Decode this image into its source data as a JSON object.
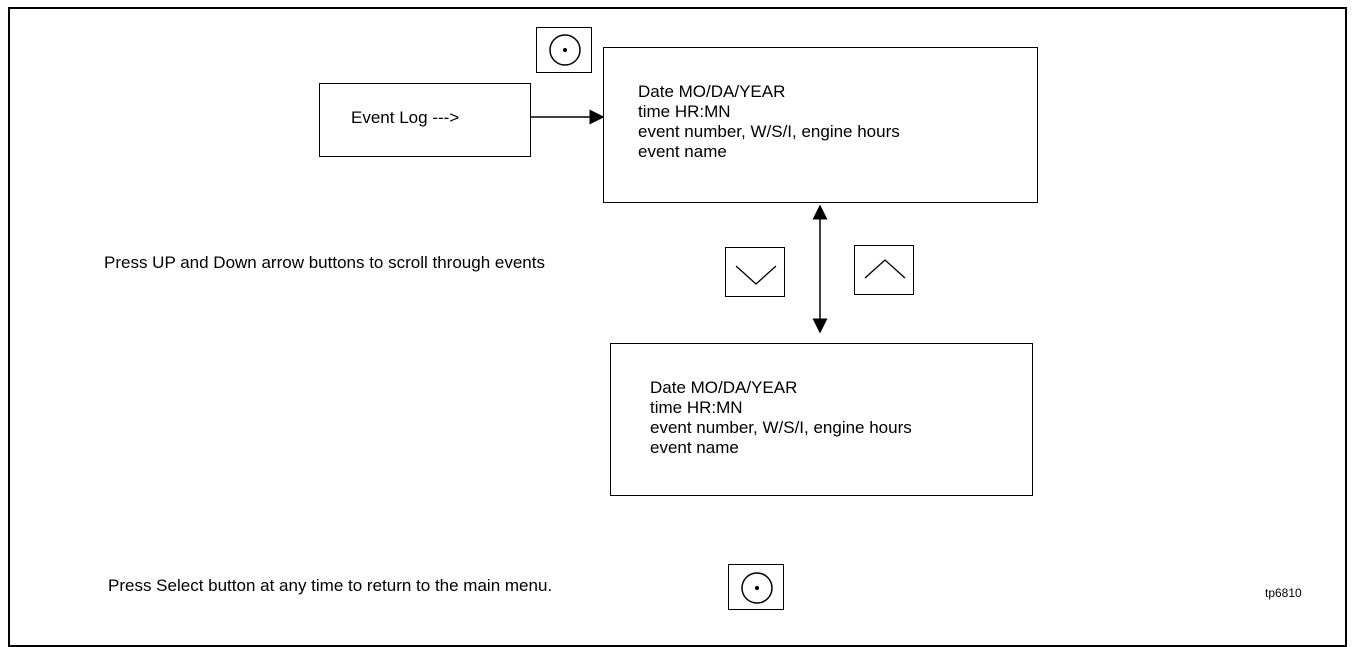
{
  "menu_box": {
    "label": "Event Log --->"
  },
  "event_display_top": {
    "lines": [
      "Date MO/DA/YEAR",
      "time HR:MN",
      "event number, W/S/I, engine hours",
      "event name"
    ]
  },
  "event_display_bottom": {
    "lines": [
      "Date MO/DA/YEAR",
      "time HR:MN",
      "event number, W/S/I, engine hours",
      "event name"
    ]
  },
  "instructions": {
    "scroll": "Press UP and Down arrow buttons to scroll through events",
    "select": "Press Select button at any time to return to the main menu."
  },
  "figure_id": "tp6810",
  "icons": {
    "select_top": "select-button-icon",
    "down": "down-arrow-button-icon",
    "up": "up-arrow-button-icon",
    "select_bottom": "select-button-icon"
  }
}
